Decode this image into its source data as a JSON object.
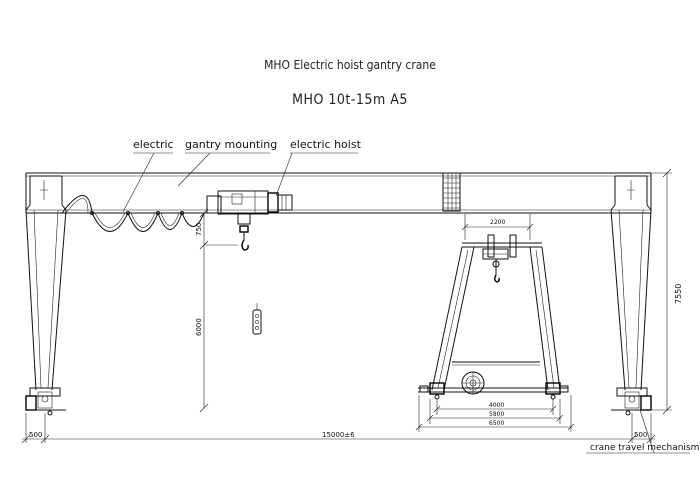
{
  "title": "MHO Electric hoist gantry crane",
  "subtitle": "MHO  10t-15m  A5",
  "callouts": {
    "electric": "electric",
    "gantry_mounting": "gantry mounting",
    "electric_hoist": "electric hoist",
    "crane_travel": "crane travel mechanism"
  },
  "dimensions": {
    "d750": "750",
    "d6000": "6000",
    "d7550": "7550",
    "d500_left": "500",
    "d500_right": "500",
    "span": "15000±6",
    "d2200": "2200",
    "d4000": "4000",
    "d5800": "5800",
    "d6500": "6500"
  }
}
